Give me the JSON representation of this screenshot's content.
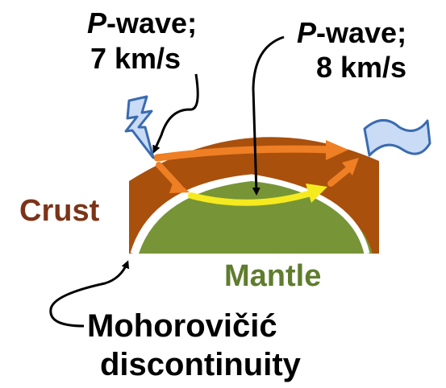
{
  "labels": {
    "p_wave_crust": {
      "name": "P",
      "suffix": "-wave;",
      "speed": "7 km/s"
    },
    "p_wave_mantle": {
      "name": "P",
      "suffix": "-wave;",
      "speed": "8 km/s"
    },
    "crust": "Crust",
    "mantle": "Mantle",
    "discontinuity_line1": "Mohorovičić",
    "discontinuity_line2": "discontinuity"
  },
  "icons": {
    "source": "lightning-bolt-icon",
    "receiver": "seismograph-wave-flag-icon"
  },
  "colors": {
    "crust": "#a9500d",
    "crust_label": "#7b3419",
    "mantle": "#779537",
    "mantle_label": "#5f7d2e",
    "crust_wave_arrow": "#ef7f24",
    "mantle_wave_arrow": "#f5ea1f",
    "icon_fill": "#c9dbf5",
    "icon_stroke": "#3a6bb0",
    "pointer": "#000000"
  }
}
